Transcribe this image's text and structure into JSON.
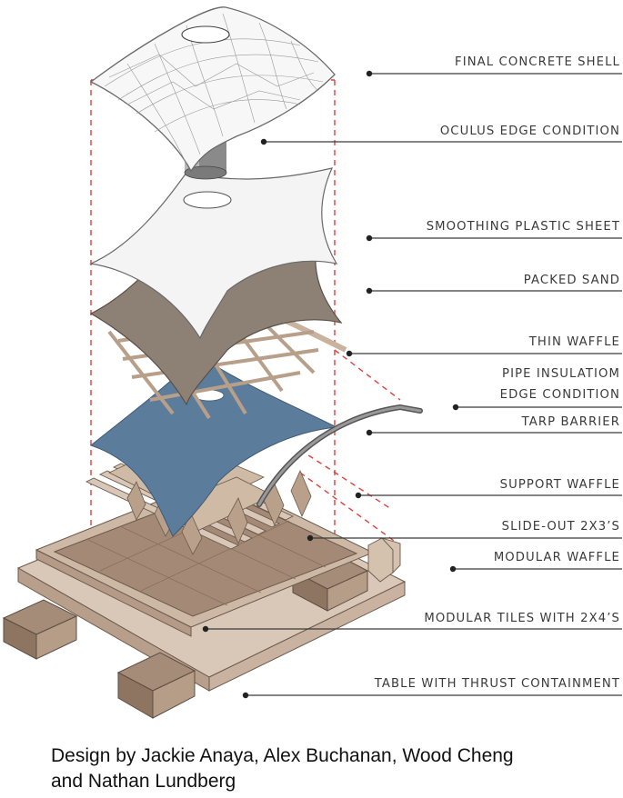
{
  "labels": [
    {
      "id": "final-concrete-shell",
      "text": "FINAL CONCRETE SHELL"
    },
    {
      "id": "oculus-edge-condition",
      "text": "OCULUS EDGE CONDITION"
    },
    {
      "id": "smoothing-plastic-sheet",
      "text": "SMOOTHING PLASTIC SHEET"
    },
    {
      "id": "packed-sand",
      "text": "PACKED SAND"
    },
    {
      "id": "thin-waffle",
      "text": "THIN WAFFLE"
    },
    {
      "id": "pipe-insulation-1",
      "text": "PIPE INSULATIOM"
    },
    {
      "id": "pipe-insulation-2",
      "text": "EDGE CONDITION"
    },
    {
      "id": "tarp-barrier",
      "text": "TARP BARRIER"
    },
    {
      "id": "support-waffle",
      "text": "SUPPORT WAFFLE"
    },
    {
      "id": "slide-out",
      "text": "SLIDE-OUT 2X3’S"
    },
    {
      "id": "modular-waffle",
      "text": "MODULAR WAFFLE"
    },
    {
      "id": "modular-tiles",
      "text": "MODULAR TILES WITH 2X4’S"
    },
    {
      "id": "table",
      "text": "TABLE WITH THRUST CONTAINMENT"
    }
  ],
  "caption": {
    "line1": "Design by Jackie Anaya, Alex Buchanan, Wood Cheng",
    "line2": "and Nathan Lundberg"
  },
  "colors": {
    "leader": "#3a3a3a",
    "dashed": "#e0403a",
    "wood": "#d8c7b8",
    "wood_dark": "#a9907c",
    "sand": "#8b7d72",
    "tarp": "#5b7b9b",
    "plastic": "#f4f4f4",
    "pipe": "#777777"
  }
}
